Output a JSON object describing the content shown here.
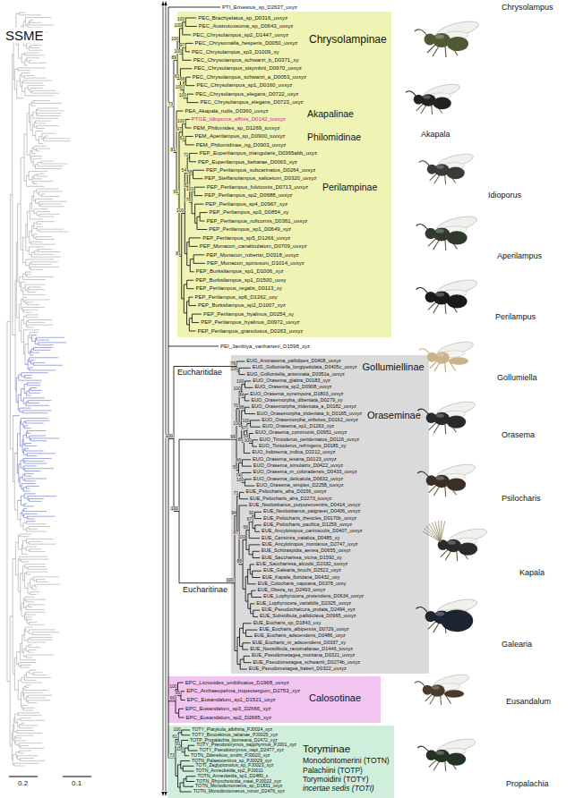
{
  "diagram": {
    "nodes": [
      {
        "text": [
          "Chrysolampinae",
          "Akapalinae",
          "Philomidinae",
          "Perilampinae"
        ]
      },
      {
        "text": [
          "Gollumiellinae",
          "Oraseminae"
        ]
      },
      {
        "text": [
          "Calosotinae"
        ]
      },
      {
        "text": [
          "Toryminae",
          "Monodontomerini (TOTN)",
          "Palachiini (TOTP)",
          "Torymoidini (TOTY)",
          "incertae sedis (TOTI)"
        ]
      }
    ],
    "labels": [
      "SSME",
      "PTI_Erixestus_sp_D2637_uxyz",
      "PEC_Brachyelatus_sp_D0316_uvxyz",
      "PEC_Austrotoxeuma_sp_D0643_uvxyz",
      "PEC_Chrysolampus_sp2_D1447_uvxyz",
      "PEC_Chrysomalla_hesperis_D0050_uvxyz",
      "PEC_Chrysolampus_sp3_D1009_xy",
      "PEC_Chrysolampus_schwarzi_b_D0371_xy",
      "PEC_Chrysolampus_sisymbrii_D0970_uvxyz",
      "PEC_Chrysolampus_schwarzi_a_D0053_uvxyz",
      "PEC_Chrysolampus_sp1_D0160_uvxyz",
      "PEC_Chrysolampus_elegans_D0722_uxyz",
      "PEC_Chrysolampus_elegans_D0723_uxyz",
      "PEA_Akapala_rudis_D0360_uvxyz",
      "PTI1E_Idioporus_affinis_D0142_tuvxyz",
      "PEM_Philomides_sp_D1269_tuvxyz",
      "PEM_Aperilampus_sp_D0900_tuvxyz",
      "PEM_Philomidinae_ng_D0903_uvxyz",
      "PEP_Euperilampus_triangularis_D0365abb_uxyz",
      "PEP_Euperilampus_beharae_D0063_xyz",
      "PEP_Perilampus_subcarinatus_D0264_uvxyz",
      "PEP_Steffanolampus_salicetum_D0320_uvxyz",
      "PEP_Perilampus_fulviconis_D0713_uvxyz",
      "PEP_Perilampus_sp2_D0688_uvxyz",
      "PEP_Perilampus_sp4_D0967_xyz",
      "PEP_Perilampus_sp3_D0854_xy",
      "PEP_Perilampus_ruficornis_D0361_uvxyz",
      "PEP_Perilampus_sp1_D0649_xyz",
      "PEP_Perilampus_sp5_D1266_uvxyz",
      "PEP_Monacon_canaliculatum_D0709_uvxyz",
      "PEP_Monacon_robertsi_D0318_uvxyz",
      "PEP_Monacon_spinosum_D1014_uvxyz",
      "PEP_Burksilampus_sp1_D1006_xyz",
      "PEP_Burksilampus_sp1_D1500_uvxy",
      "PEP_Perilampus_regalis_D0113_xy",
      "PEP_Perilampus_sp6_D1362_uxy",
      "PEP_Burksilampus_sp2_D1007_xyz",
      "PEP_Perilampus_hyalinus_D0254_xy",
      "PEP_Perilampus_hyalinus_D0972_uvxyz",
      "PEP_Perilampus_granulosus_D0263_uvxyz",
      "PEI_Jambiya_vanharteni_D1598_xyz",
      "EUG_Anorasema_pallidipes_D0408_uvxyz",
      "EUG_Gollumiella_longipetiolata_D0405c_uvxyz",
      "EUG_Gollumiella_antennata_D0351a_uvxyz",
      "EUO_Orasema_glabra_D0183_xyz",
      "EUO_Orasema_sp2_D0908_uvxyz",
      "EUO_Orasema_synempora_D1803_uvxyz",
      "EUO_Orasemorpha_dibentata_D0279_xy",
      "EUO_Orasemorpha_tridentata_a_D0182_uvxyz",
      "EUO_Orasemorpha_tridentata_b_D0165_uvxyz",
      "EUO_Orasemorpha_eribotes_D0162_uvxyz",
      "EUO_Orasema_sp1_D1263_xyz",
      "EUO_Orasema_communis_D0951_uvxyz",
      "EUO_Timioderus_peridentatus_D0116_uvxyz",
      "EUO_Timioderus_refringens_D0185_xy",
      "EUO_Indosema_indica_D2212_uvxyz",
      "EUO_Orasema_texana_D0123_uvxyz",
      "EUO_Orasema_simulatrix_D0422_uvxyz",
      "EUO_Orasema_nr_coloradensis_D0433_uvxyz",
      "EUO_Orasema_delicatula_D0632_uvxyz",
      "EUO_Orasema_simplex_D2258_tuvxyz",
      "EUE_Psilocharis_afra_D0156_uvxyz",
      "EUE_Psilocharis_afra_D2273_tuvxyz",
      "EUE_Neolosbanus_purpureoventris_D0414_uvxyz",
      "EUE_Neolosbanus_palgravei_D0406_uvxyz",
      "EUE_Psilocharis_theocles_D0170b_uvxyz",
      "EUE_Psilocharis_pacifica_D1259_uvxyz",
      "EUE_Ancylotropus_carinisculis_D0407_uvxyz",
      "EUE_Carisinza_natalica_D0485_xy",
      "EUE_Ancylotropus_montanus_D2747_uxyz",
      "EUE_Schizaspidia_aenea_D0655_uvxyz",
      "EUE_Saccharissa_vicina_D1592_xy",
      "EUE_Saccharissa_alcocki_D2032_tuvxyz",
      "EUE_Galearia_bruchi_D2522_uxyz",
      "EUE_Kapala_floridana_D0432_uxy",
      "EUE_Colocharis_napoana_D0378_uvxy",
      "EUE_Obeza_sp_D2493_uvxyz",
      "EUE_Lophyrocera_pretendens_D0634_uvxyz",
      "EUE_Lophyrocera_variabilis_D2325_uvxyz",
      "EUE_Pseudochalcura_prolata_D2494_xyz",
      "EUE_Substilbula_pallidiclava_D0965_uvxyz",
      "EUE_Eucharis_sp_D1843_uxy",
      "EUE_Eucharis_albipennis_D0729_uvxyz",
      "EUE_Eucharis_adscendens_D0486_uxyz",
      "EUE_Eucharis_nr_adscendens_D0337_xy",
      "EUE_Neostilbula_ranomafanae_D1446_tuvxyz",
      "EUE_Pseudometagea_montana_D0321_uvxyz",
      "EUE_Pseudometagea_schwarzii_D0274b_uvxyz",
      "EUE_Pseudometagea_bakeri_D0322_uvxyz",
      "EPC_Licrooides_umbilicatus_D1968_uvxyz",
      "EPC_Archaeopelma_tropeotergum_D2753_xyz",
      "EPC_Eusandalum_sp1_D1521_uxyz",
      "EPC_Eusandalum_sp3_D2666_xyz",
      "EPC_Eusandalum_sp2_D2665_xyz",
      "TOTY_Platykula_albihirta_PJ0024_xyz",
      "TOTY_Boucekinus_tatianae_PJ0025_xyz",
      "TOTP_Propalachia_borneana_D2472_xyz",
      "TOTY_Pseudotorymus_sapphyrinus_PJ001_xyz",
      "TOTY_Pseudotorymus_napi_D2477_xyz",
      "TOTN_Zdenekius_smithi_PJ0020_xyz",
      "TOTN_Palaeocentrus_sp_PJ0029_xyz",
      "TOTI_Zaglyptonotus_sp_PJ0023_xyz",
      "TOTN_Anneckeida_sp2_PJ0011",
      "TOTN_Anneckeida_sp1_D2480_x",
      "TOTN_Rhynchoticida_maai_PJ0022_xyz",
      "TOTN_Monodontomerus_sp_D1831_uxyz",
      "TOTN_Monodontomerus_minor_D2476_xyz",
      "73",
      "89",
      "100",
      "100",
      "100",
      "100",
      "97",
      "61",
      "100",
      "66",
      "100",
      "81",
      "91",
      "97",
      "100",
      "62",
      "81",
      "100",
      "54",
      "72",
      "82",
      "58",
      "76",
      "100",
      "100",
      "76",
      "100",
      "100",
      "99",
      "70",
      "100",
      "100",
      "84",
      "100",
      "88",
      "85",
      "67",
      "100",
      "59",
      "100",
      "59",
      "66",
      "74",
      "100",
      "100",
      "94",
      "71",
      "87",
      "88",
      "100",
      "66",
      "67",
      "92",
      "66",
      "100",
      "95",
      "73",
      "61",
      "100",
      "91",
      "100",
      "Eucharitidae",
      "Eucharitinae",
      "Chrysolampus",
      "Akapala",
      "Idioporus",
      "Aperilampus",
      "Perilampus",
      "Gollumiella",
      "Orasema",
      "Psilocharis",
      "Kapala",
      "Galearia",
      "Eusandalum",
      "Propalachia",
      "0.2",
      "0.1"
    ]
  }
}
